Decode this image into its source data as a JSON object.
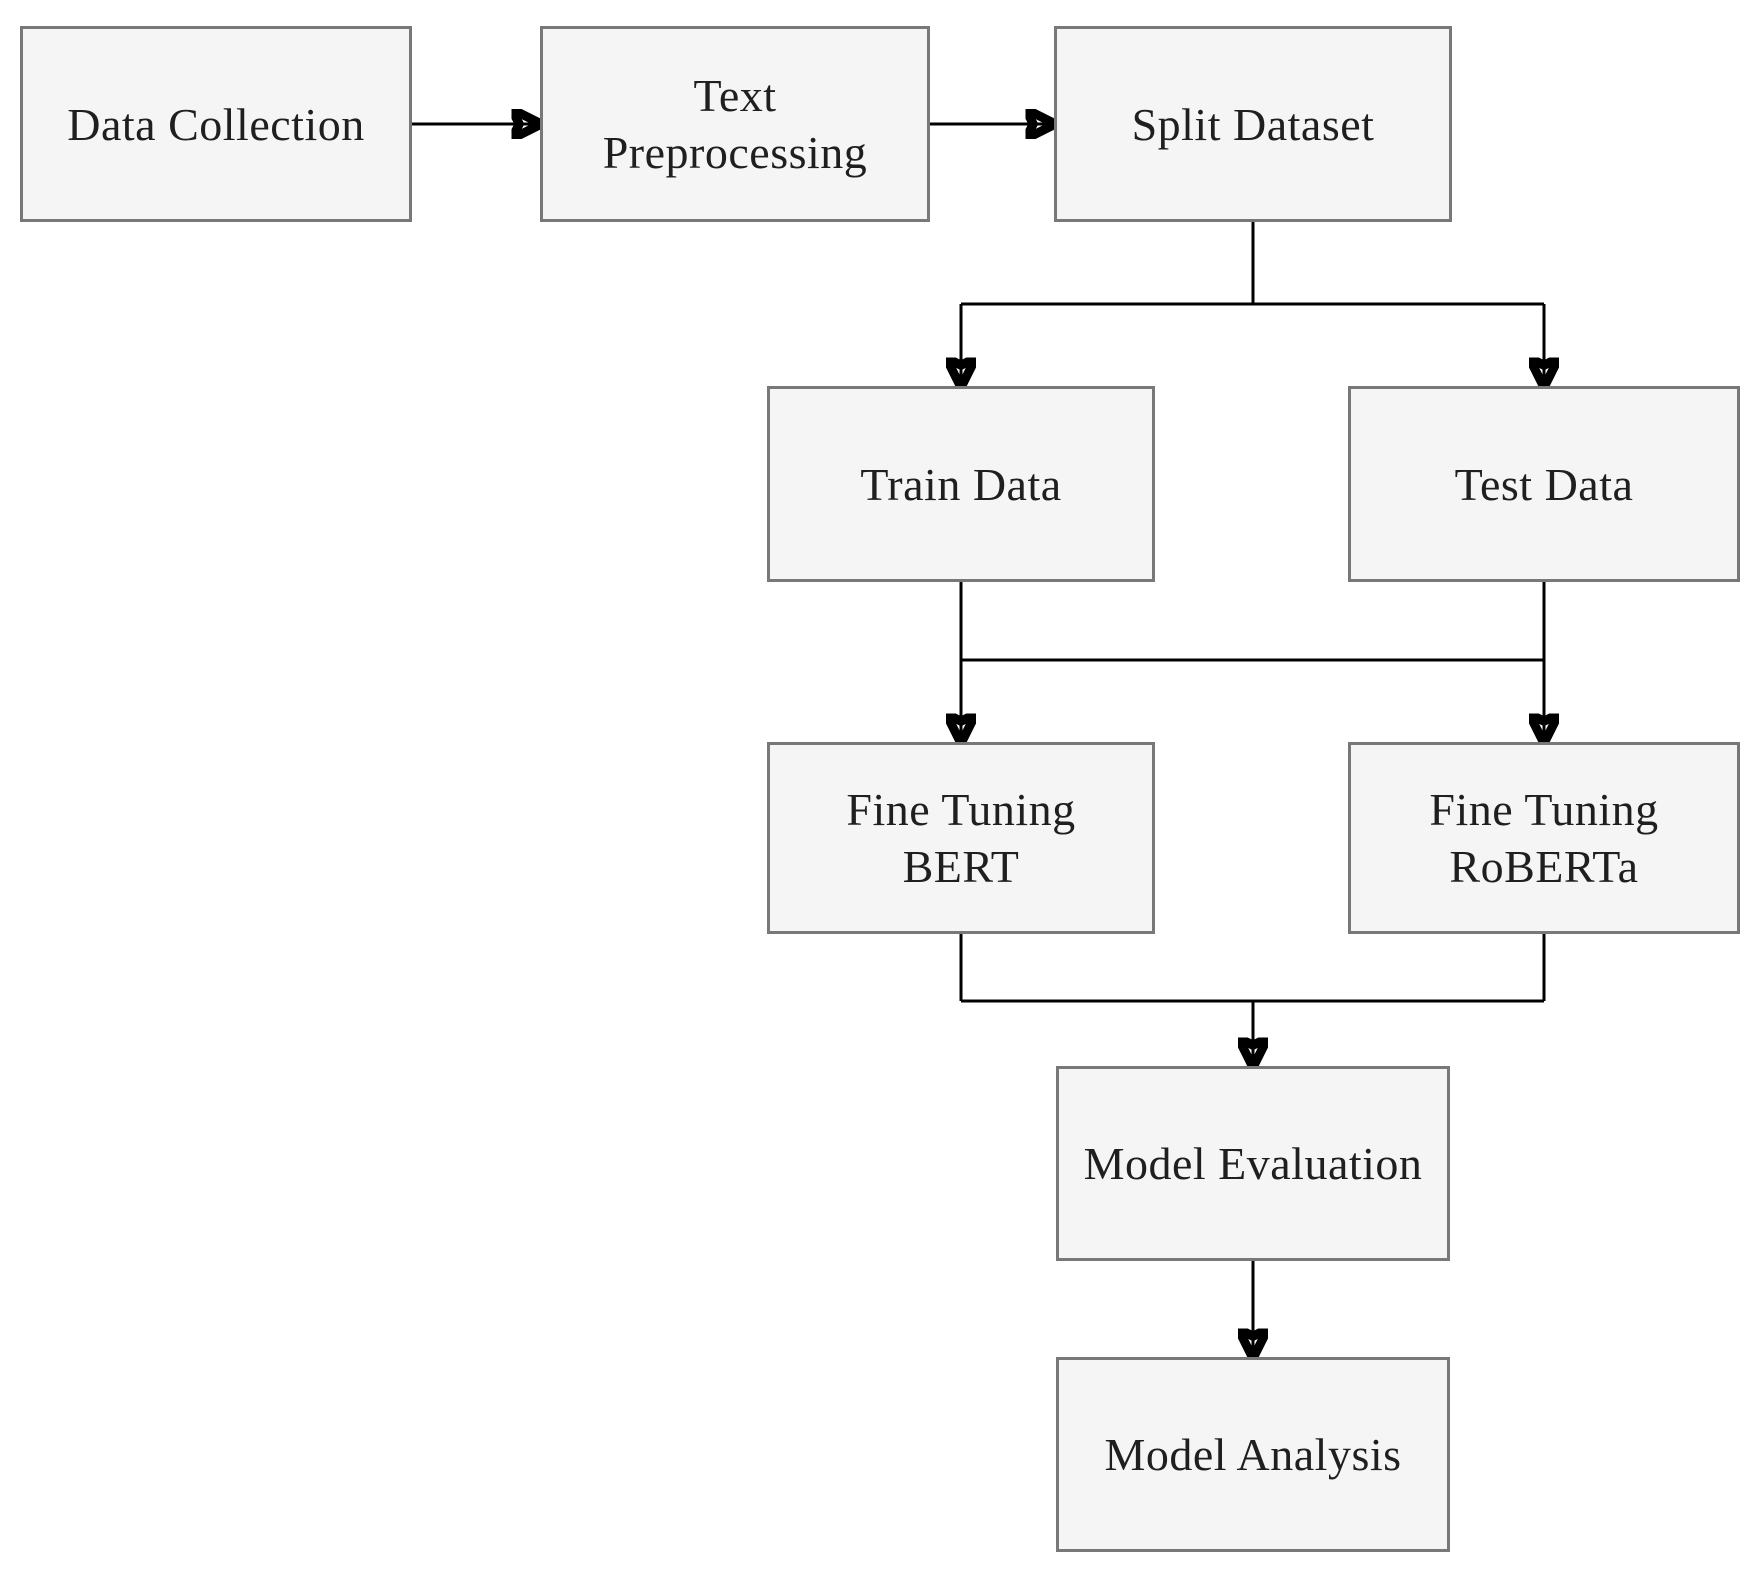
{
  "diagram": {
    "type": "flowchart",
    "colors": {
      "box_fill": "#f5f5f5",
      "box_border": "#787878",
      "line": "#000000",
      "text": "#1f1f1f",
      "background": "#ffffff"
    },
    "nodes": [
      {
        "id": "data-collection",
        "label": "Data Collection"
      },
      {
        "id": "text-preprocessing",
        "label": "Text\nPreprocessing"
      },
      {
        "id": "split-dataset",
        "label": "Split Dataset"
      },
      {
        "id": "train-data",
        "label": "Train Data"
      },
      {
        "id": "test-data",
        "label": "Test Data"
      },
      {
        "id": "fine-tuning-bert",
        "label": "Fine Tuning\nBERT"
      },
      {
        "id": "fine-tuning-roberta",
        "label": "Fine Tuning\nRoBERTa"
      },
      {
        "id": "model-evaluation",
        "label": "Model Evaluation"
      },
      {
        "id": "model-analysis",
        "label": "Model Analysis"
      }
    ],
    "edges": [
      {
        "from": "data-collection",
        "to": "text-preprocessing"
      },
      {
        "from": "text-preprocessing",
        "to": "split-dataset"
      },
      {
        "from": "split-dataset",
        "to": "train-data"
      },
      {
        "from": "split-dataset",
        "to": "test-data"
      },
      {
        "from": "train-data",
        "to": "fine-tuning-bert"
      },
      {
        "from": "train-data",
        "to": "fine-tuning-roberta"
      },
      {
        "from": "test-data",
        "to": "fine-tuning-bert"
      },
      {
        "from": "test-data",
        "to": "fine-tuning-roberta"
      },
      {
        "from": "fine-tuning-bert",
        "to": "model-evaluation"
      },
      {
        "from": "fine-tuning-roberta",
        "to": "model-evaluation"
      },
      {
        "from": "model-evaluation",
        "to": "model-analysis"
      }
    ]
  }
}
